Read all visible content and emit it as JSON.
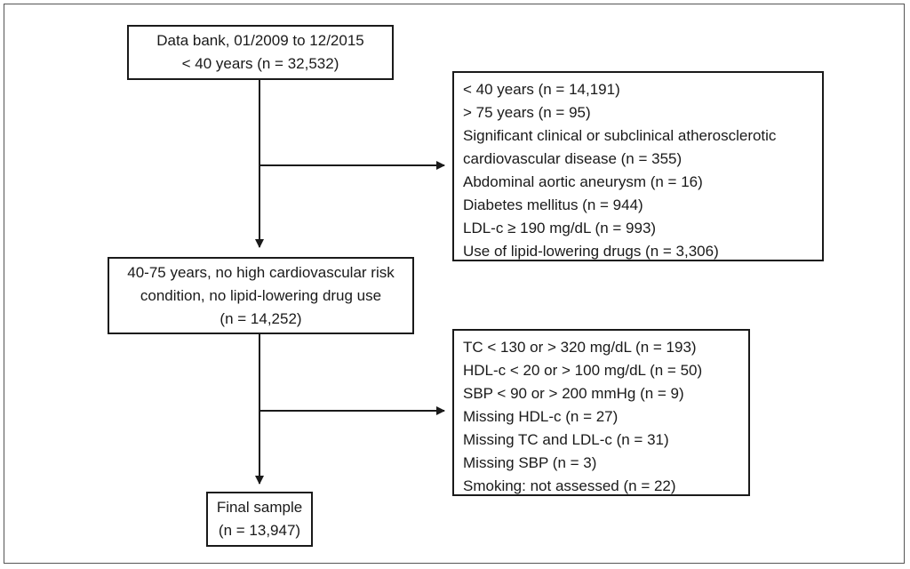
{
  "boxes": {
    "start": {
      "lines": [
        "Data bank, 01/2009 to 12/2015",
        "< 40 years (n = 32,532)"
      ]
    },
    "exclusion1": {
      "lines": [
        "< 40 years (n = 14,191)",
        "> 75 years (n = 95)",
        "Significant clinical or subclinical atherosclerotic",
        "cardiovascular disease (n = 355)",
        "Abdominal aortic aneurysm (n = 16)",
        "Diabetes mellitus (n = 944)",
        "LDL-c ≥ 190 mg/dL (n = 993)",
        "Use of lipid-lowering drugs (n = 3,306)"
      ]
    },
    "middle": {
      "lines": [
        "40-75 years, no high cardiovascular risk",
        "condition, no lipid-lowering drug use",
        "(n = 14,252)"
      ]
    },
    "exclusion2": {
      "lines": [
        "TC < 130 or > 320 mg/dL (n = 193)",
        "HDL-c < 20 or > 100 mg/dL (n = 50)",
        "SBP < 90 or > 200 mmHg (n = 9)",
        "Missing HDL-c (n = 27)",
        "Missing TC and LDL-c (n = 31)",
        "Missing SBP (n = 3)",
        "Smoking: not assessed (n = 22)"
      ]
    },
    "final": {
      "lines": [
        "Final sample",
        "(n = 13,947)"
      ]
    }
  }
}
